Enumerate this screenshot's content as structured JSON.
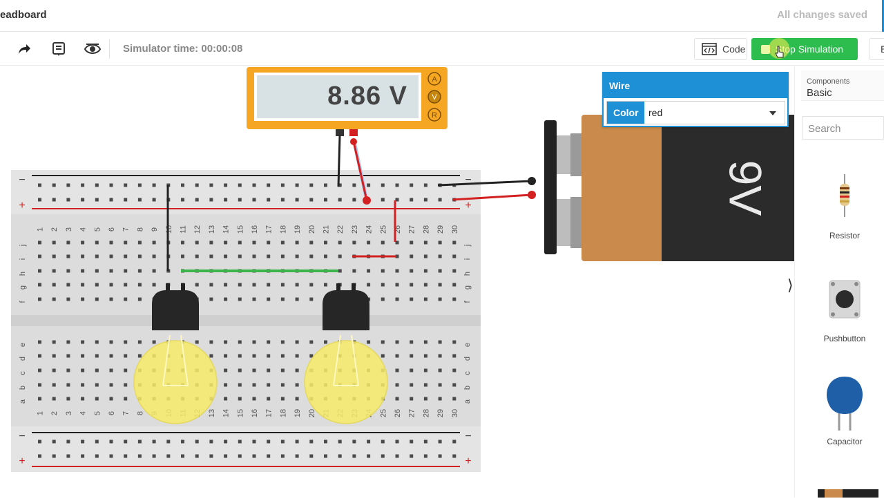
{
  "header": {
    "title": "eadboard",
    "saved_status": "All changes saved"
  },
  "toolbar": {
    "simulator_time": "Simulator time: 00:00:08",
    "code_label": "Code",
    "stop_label": "Stop Simulation",
    "right_cut_label": "E"
  },
  "multimeter": {
    "reading": "8.86 V",
    "modes": [
      "A",
      "V",
      "R"
    ]
  },
  "battery": {
    "label": "9V"
  },
  "wire_popup": {
    "title": "Wire",
    "color_label": "Color",
    "color_value": "red"
  },
  "breadboard": {
    "columns": [
      "1",
      "2",
      "3",
      "4",
      "5",
      "6",
      "7",
      "8",
      "9",
      "10",
      "11",
      "12",
      "13",
      "14",
      "15",
      "16",
      "17",
      "18",
      "19",
      "20",
      "21",
      "22",
      "23",
      "24",
      "25",
      "26",
      "27",
      "28",
      "29",
      "30"
    ],
    "rows_top": [
      "j",
      "i",
      "h",
      "g",
      "f"
    ],
    "rows_bottom": [
      "e",
      "d",
      "c",
      "b",
      "a"
    ],
    "rail_minus": "−",
    "rail_plus": "+"
  },
  "components_panel": {
    "category_label": "Components",
    "category_value": "Basic",
    "search_placeholder": "Search",
    "items": [
      {
        "label": "Resistor",
        "icon": "resistor-icon"
      },
      {
        "label": "Pushbutton",
        "icon": "pushbutton-icon"
      },
      {
        "label": "Capacitor",
        "icon": "capacitor-icon"
      }
    ],
    "collapse_icon": "chevron-right-icon"
  },
  "colors": {
    "accent_blue": "#1e90d6",
    "stop_green": "#2dbd4f",
    "wire_red": "#e02020",
    "wire_green": "#3ab54a",
    "wire_black": "#222222",
    "meter_orange": "#f5a623",
    "bulb_yellow": "#f7ec6a"
  }
}
